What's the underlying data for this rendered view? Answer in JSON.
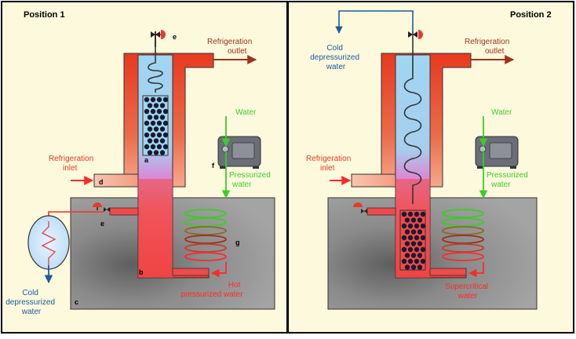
{
  "panel1": {
    "title": "Position 1",
    "labels": {
      "refrigeration_outlet": [
        "Refrigeration",
        "outlet"
      ],
      "refrigeration_inlet": [
        "Refrigeration",
        "inlet"
      ],
      "water": "Water",
      "pressurized_water": [
        "Pressurized",
        "water"
      ],
      "hot_pressurized_water": [
        "Hot",
        "pressurized water"
      ],
      "cold_depressurized_water": [
        "Cold",
        "depressurized",
        "water"
      ]
    },
    "markers": {
      "a": "a",
      "b": "b",
      "c": "c",
      "d": "d",
      "e_top": "e",
      "e_side": "e",
      "f": "f",
      "g": "g"
    }
  },
  "panel2": {
    "title": "Position 2",
    "labels": {
      "cold_depressurized_water": [
        "Cold",
        "depressurized",
        "water"
      ],
      "refrigeration_outlet": [
        "Refrigeration",
        "outlet"
      ],
      "refrigeration_inlet": [
        "Refrigeration",
        "inlet"
      ],
      "water": "Water",
      "pressurized_water": [
        "Pressurized",
        "water"
      ],
      "supercritical_water": [
        "Supercritical",
        "water"
      ]
    }
  },
  "colors": {
    "background": "#fdf9dd",
    "border": "#000000",
    "water_green": "#3ccc28",
    "refrigeration_brown": "#a0311c",
    "hot_red": "#ff2222",
    "cold_blue": "#1c5aa0",
    "jacket_orange": "#e8442a",
    "vessel_blue": "#8ec9ec",
    "vessel_red": "#f04a4a",
    "bath_gray": "#8c8c8c",
    "pellet": "#1a1a2e"
  }
}
